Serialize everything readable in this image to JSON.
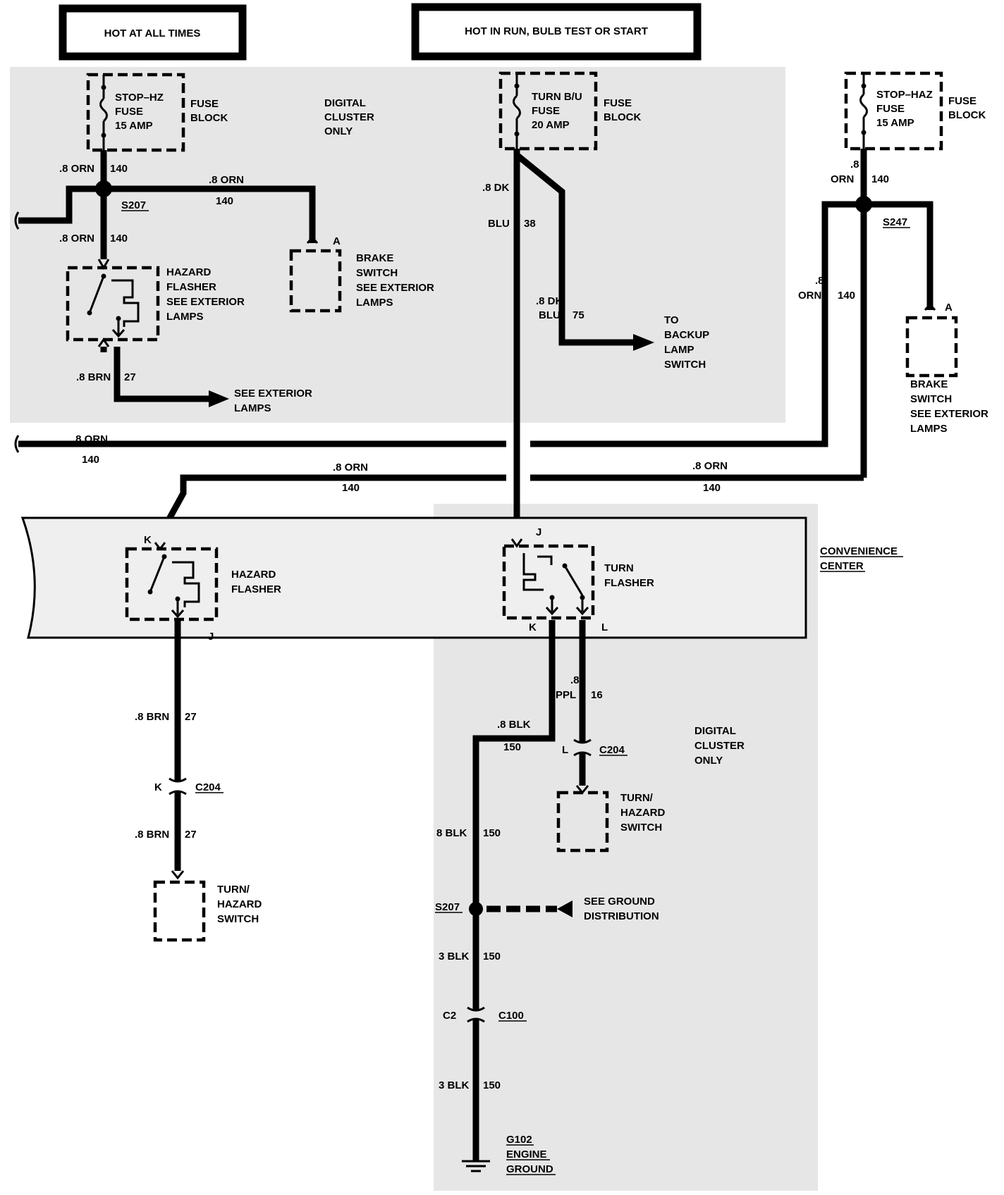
{
  "headers": {
    "hot_at_all_times": "HOT AT ALL TIMES",
    "hot_in_run": "HOT IN RUN, BULB TEST OR START"
  },
  "fuses": {
    "left": {
      "l1": "STOP–HZ",
      "l2": "FUSE",
      "l3": "15 AMP"
    },
    "center": {
      "l1": "TURN B/U",
      "l2": "FUSE",
      "l3": "20 AMP"
    },
    "right": {
      "l1": "STOP–HAZ",
      "l2": "FUSE",
      "l3": "15 AMP"
    },
    "block_l1": "FUSE",
    "block_l2": "BLOCK"
  },
  "notes": {
    "digital_cluster": [
      "DIGITAL",
      "CLUSTER",
      "ONLY"
    ]
  },
  "splices": {
    "s207_top": "S207",
    "s247": "S247",
    "s207_ground": "S207"
  },
  "wires": {
    "orn_08": ".8 ORN",
    "orn_08_split": ".8",
    "orn_word": "ORN",
    "circuit_140": "140",
    "dk_08": ".8 DK",
    "blu": "BLU",
    "circuit_38": "38",
    "circuit_75": "75",
    "brn_08": ".8 BRN",
    "circuit_27": "27",
    "ppl_08": ".8",
    "ppl": "PPL",
    "circuit_16": "16",
    "blk_08_dot": ".8 BLK",
    "blk_08": "8 BLK",
    "blk_3": "3 BLK",
    "circuit_150": "150"
  },
  "components": {
    "hazard_flasher_top": [
      "HAZARD",
      "FLASHER",
      "SEE EXTERIOR",
      "LAMPS"
    ],
    "brake_switch_left": [
      "BRAKE",
      "SWITCH",
      "SEE EXTERIOR",
      "LAMPS"
    ],
    "brake_switch_right": [
      "BRAKE",
      "SWITCH",
      "SEE EXTERIOR",
      "LAMPS"
    ],
    "see_exterior_lamps": [
      "SEE EXTERIOR",
      "LAMPS"
    ],
    "to_backup": [
      "TO",
      "BACKUP",
      "LAMP",
      "SWITCH"
    ],
    "convenience_center": [
      "CONVENIENCE",
      "CENTER"
    ],
    "hazard_flasher_cc": [
      "HAZARD",
      "FLASHER"
    ],
    "turn_flasher_cc": [
      "TURN",
      "FLASHER"
    ],
    "turn_hazard_switch": [
      "TURN/",
      "HAZARD",
      "SWITCH"
    ],
    "see_ground": [
      "SEE GROUND",
      "DISTRIBUTION"
    ],
    "ground": [
      "G102",
      "ENGINE",
      "GROUND"
    ]
  },
  "pins": {
    "a": "A",
    "k": "K",
    "j": "J",
    "l": "L"
  },
  "connectors": {
    "c204": "C204",
    "c100": "C100",
    "c2": "C2"
  }
}
